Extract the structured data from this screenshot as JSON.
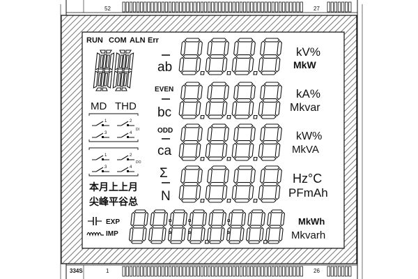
{
  "colors": {
    "hatch": "#555555",
    "line": "#111111",
    "background": "#ffffff"
  },
  "pins": {
    "top_left": "52",
    "top_right": "27",
    "bottom_left": "1",
    "bottom_right": "26",
    "model": "334S"
  },
  "status": {
    "run": "RUN",
    "com": "COM",
    "aln": "ALN",
    "err": "Err"
  },
  "modes": {
    "md": "MD",
    "thd": "THD",
    "di": "DI",
    "do": "DO"
  },
  "relay_numbers": [
    "1",
    "2",
    "3",
    "4"
  ],
  "phases": {
    "ab": "ab",
    "bc": "bc",
    "ca": "ca",
    "n": "N",
    "even": "EVEN",
    "odd": "ODD",
    "sigma": "Σ"
  },
  "units": {
    "row1_top": "kV%",
    "row1_bottom": "MkW",
    "row2_top": "kA%",
    "row2_bottom": "Mkvar",
    "row3_top": "kW%",
    "row3_bottom": "MkVA",
    "row4_top": "Hz°C",
    "row4_bottom": "PFmAh",
    "row5_top": "MkWh",
    "row5_bottom": "Mkvarh"
  },
  "tariffs": {
    "line1": "本月上上月",
    "line2": "尖峰平谷总"
  },
  "energy": {
    "exp": "EXP",
    "imp": "IMP"
  }
}
